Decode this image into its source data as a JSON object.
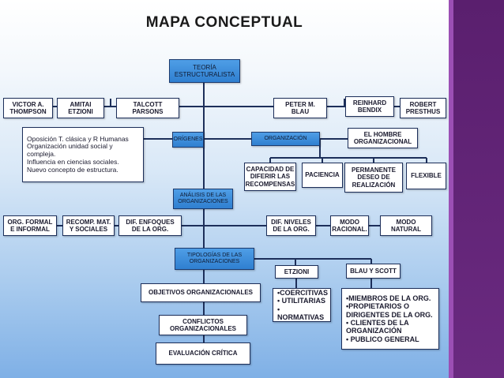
{
  "title": "MAPA CONCEPTUAL",
  "nodes": {
    "teoria": "TEORÍA\nESTRUCTURALISTA",
    "victor": "VICTOR A.\nTHOMPSON",
    "amitai": "AMITAI\nETZIONI",
    "talcott": "TALCOTT\nPARSONS",
    "peter": "PETER M.\nBLAU",
    "reinhard": "REINHARD\nBENDIX",
    "robert": "ROBERT\nPRESTHUS",
    "origenes_text": "Oposición T. clásica y R Humanas\nOrganización unidad social y compleja.\nInfluencia en ciencias sociales.\nNuevo concepto de estructura.",
    "origenes": "ORÍGENES",
    "organizacion": "ORGANIZACIÓN",
    "hombre": "EL HOMBRE\nORGANIZACIONAL",
    "capacidad": "CAPACIDAD DE\nDIFERIR LAS\nRECOMPENSAS",
    "paciencia": "PACIENCIA",
    "permanente": "PERMANENTE\nDESEO DE\nREALIZACIÓN",
    "flexible": "FLEXIBLE",
    "analisis": "ANÁLISIS DE LAS\nORGANIZACIONES",
    "org_formal": "ORG. FORMAL\nE INFORMAL",
    "recomp": "RECOMP. MAT.\nY SOCIALES",
    "dif_enfoques": "DIF. ENFOQUES\nDE LA ORG.",
    "dif_niveles": "DIF. NIVELES\nDE LA ORG.",
    "modo_racional": "MODO\nRACIONAL.",
    "modo_natural": "MODO\nNATURAL",
    "tipologias": "TIPOLOGÍAS DE LAS\nORGANIZACIONES",
    "etzioni": "ETZIONI",
    "blau_scott": "BLAU Y SCOTT",
    "objetivos": "OBJETIVOS ORGANIZACIONALES",
    "conflictos": "CONFLICTOS\nORGANIZACIONALES",
    "evaluacion": "EVALUACIÓN CRÍTICA",
    "etzioni_list": "•COERCITIVAS\n• UTILITARIAS\n• NORMATIVAS",
    "blau_list": "•MIEMBROS DE LA ORG.\n•PROPIETARIOS O\nDIRIGENTES DE LA ORG.\n• CLIENTES DE LA\nORGANIZACIÓN\n• PUBLICO GENERAL"
  },
  "colors": {
    "accent_blue": "#3a8ad9",
    "sidebar_purple": "#5e2372",
    "border": "#1d2f5a"
  }
}
